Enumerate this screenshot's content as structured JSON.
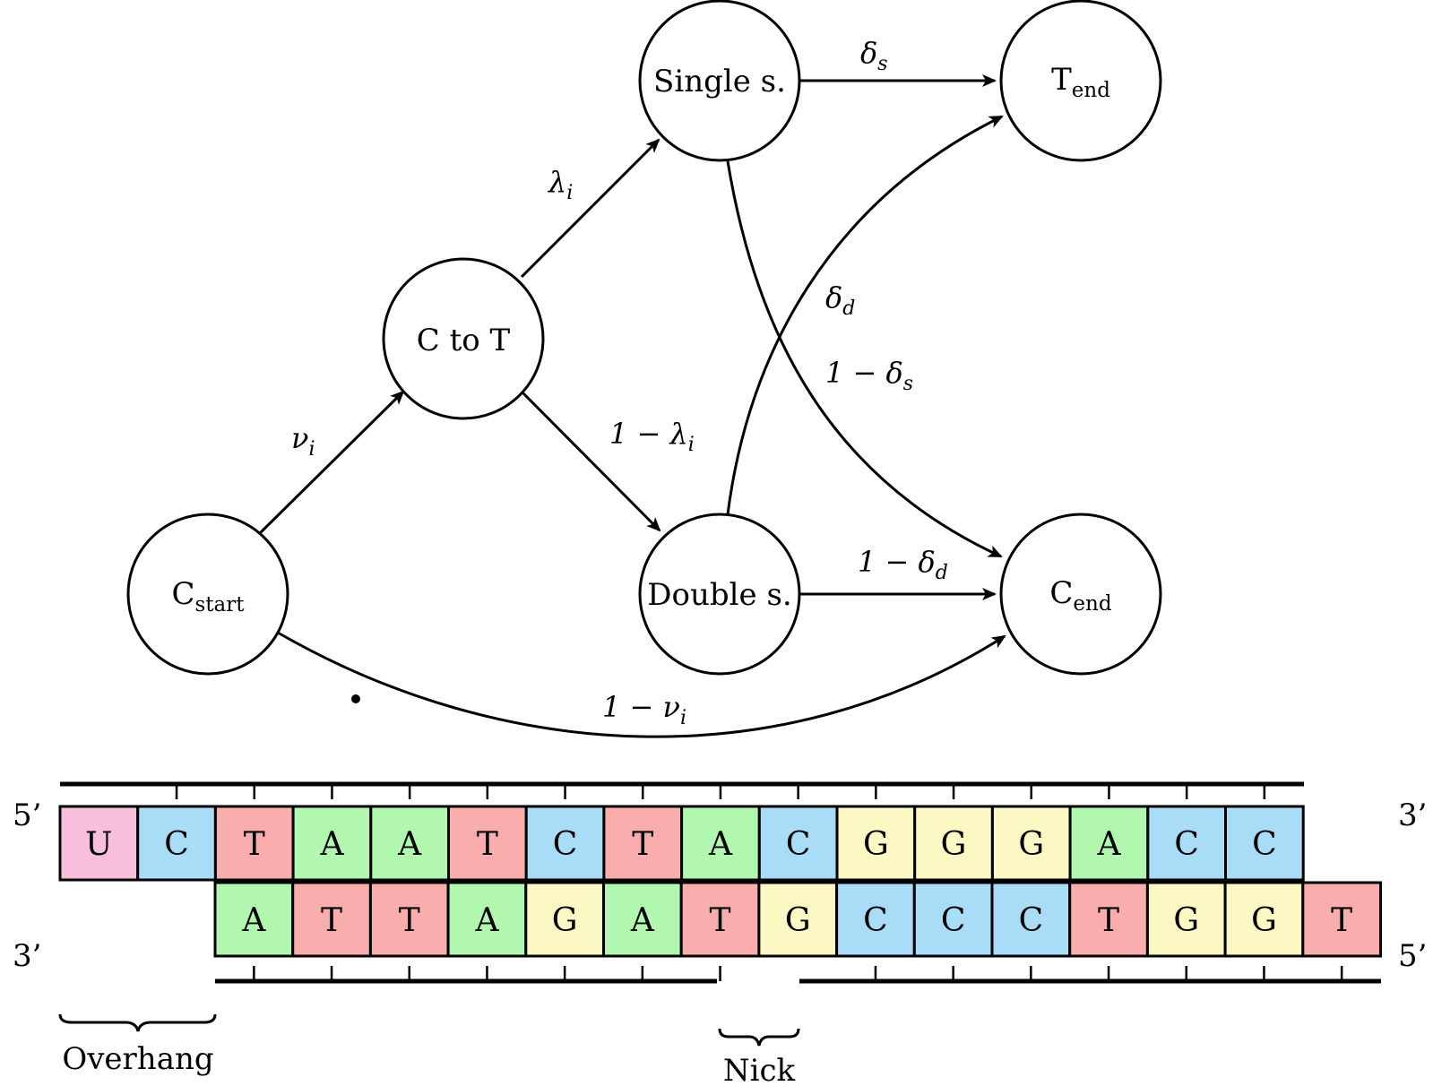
{
  "colors": {
    "U": "#f7bfdc",
    "C": "#a9dcf7",
    "T": "#f9adad",
    "A": "#b2f7b0",
    "G": "#fbf8c4"
  },
  "nodes": {
    "c_start": {
      "main": "C",
      "sub": "start"
    },
    "c_to_t": {
      "main": "C to T"
    },
    "single": {
      "main": "Single s."
    },
    "double": {
      "main": "Double s."
    },
    "t_end": {
      "main": "T",
      "sub": "end"
    },
    "c_end": {
      "main": "C",
      "sub": "end"
    }
  },
  "edges": {
    "nu": {
      "sym": "ν",
      "sub": "i"
    },
    "one_minus_nu": {
      "pre": "1 − ",
      "sym": "ν",
      "sub": "i"
    },
    "lambda": {
      "sym": "λ",
      "sub": "i"
    },
    "one_minus_lambda": {
      "pre": "1 − ",
      "sym": "λ",
      "sub": "i"
    },
    "delta_s": {
      "sym": "δ",
      "sub": "s"
    },
    "one_minus_delta_s": {
      "pre": "1 − ",
      "sym": "δ",
      "sub": "s"
    },
    "delta_d": {
      "sym": "δ",
      "sub": "d"
    },
    "one_minus_delta_d": {
      "pre": "1 − ",
      "sym": "δ",
      "sub": "d"
    }
  },
  "strands": {
    "top": {
      "left_label": "5’",
      "right_label": "3’",
      "bases": [
        "U",
        "C",
        "T",
        "A",
        "A",
        "T",
        "C",
        "T",
        "A",
        "C",
        "G",
        "G",
        "G",
        "A",
        "C",
        "C"
      ]
    },
    "bottom": {
      "left_label": "3’",
      "right_label": "5’",
      "bases": [
        "A",
        "T",
        "T",
        "A",
        "G",
        "A",
        "T",
        "G",
        "C",
        "C",
        "C",
        "T",
        "G",
        "G",
        "T"
      ]
    }
  },
  "annotations": {
    "overhang": "Overhang",
    "nick": "Nick"
  }
}
